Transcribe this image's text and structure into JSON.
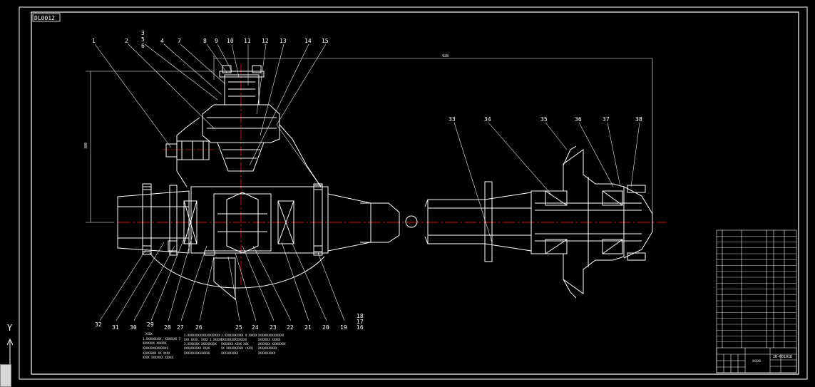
{
  "drawing": {
    "code_box_text": "DL0012",
    "dimension_top": "928",
    "dimension_left": "300",
    "callouts_top": [
      "1",
      "2",
      "3",
      "4",
      "5",
      "6",
      "7",
      "8",
      "9",
      "10",
      "11",
      "12",
      "13",
      "14",
      "15"
    ],
    "callouts_mid": [
      "33",
      "34",
      "35",
      "36",
      "37",
      "38"
    ],
    "callouts_bottom": [
      "32",
      "31",
      "30",
      "29",
      "28",
      "27",
      "26",
      "25",
      "24",
      "23",
      "22",
      "21",
      "20",
      "19",
      "18",
      "17",
      "16"
    ],
    "notes": [
      "1.XXXXXXXXX, XXXXXXX 2",
      "2.XXXXXXXXXXXXXXXXXXX",
      "XXXXXXX XXXXXX",
      "XXX XXXX. XXXX 1 XXXXX",
      "XXXXXXXXXXXXXXX",
      "3.XXXXXXX XXXXXXXXX",
      "XXXXXXXX XX XXXX",
      "XXXXXXXXXX XXXX",
      "XXXX XXXXXXX XXXXX",
      "XXXXXXXXXXXXXXX",
      "1.XXXXXXXXXXX X XXXXX",
      "XXXXXXXXXXXXXXX",
      "XXXXXXX XXXX XXX",
      "XX XXXXXXXXXX (XXX)",
      "XXXXXXXXXX",
      "XXXXXXXXXXXXXXX",
      "XXXXXXX XXXXX",
      "XXXXXXX XXXXXXXX",
      "XXXXXXXXXXX",
      "XXXXXXXXXX"
    ],
    "notes_heading": "XXXX"
  },
  "title_block": {
    "drawing_number": "2B-00101D",
    "name": "XXXXX",
    "part_rows": 20
  },
  "colors": {
    "background": "#000000",
    "lines": "#ffffff",
    "centerline": "#ff2020",
    "frame": "#ffffff"
  },
  "ucs": {
    "y_label": "Y"
  }
}
